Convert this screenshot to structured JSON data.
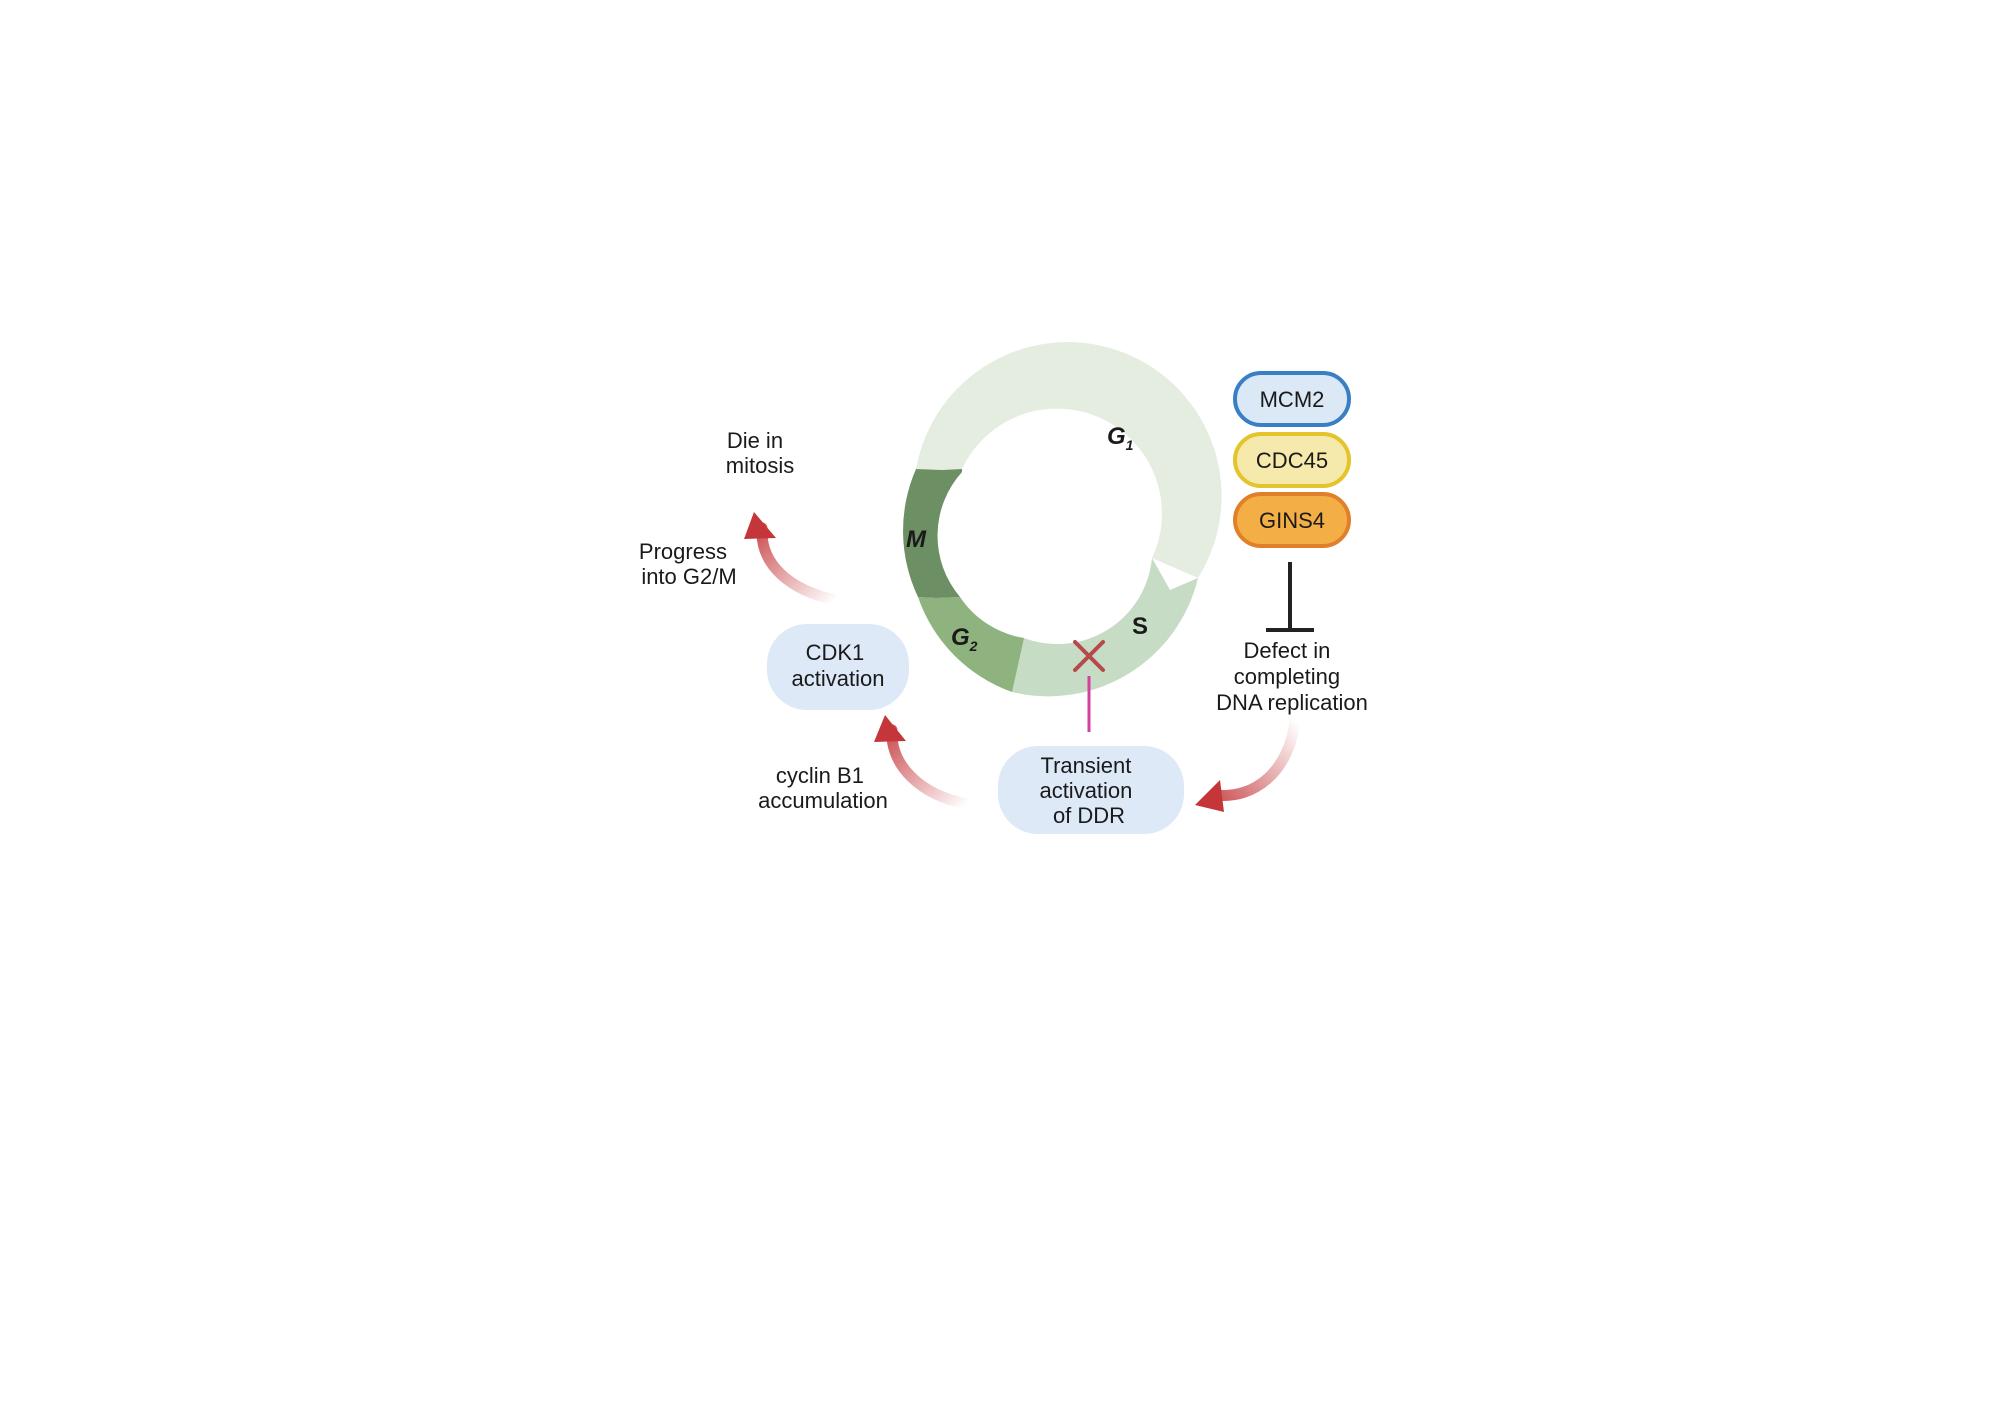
{
  "cell_cycle": {
    "g1": "G",
    "g1_sub": "1",
    "s": "S",
    "g2": "G",
    "g2_sub": "2",
    "m": "M"
  },
  "proteins": [
    "MCM2",
    "CDC45",
    "GINS4"
  ],
  "labels": {
    "defect": [
      "Defect in",
      "completing",
      "DNA replication"
    ],
    "ddr": [
      "Transient",
      "activation",
      "of DDR"
    ],
    "cdk1": [
      "CDK1",
      "activation"
    ],
    "cyclin": [
      "cyclin B1",
      "accumulation"
    ],
    "progress": [
      "Progress",
      "into G2/M"
    ],
    "die": [
      "Die in",
      "mitosis"
    ]
  },
  "colors": {
    "g1": "#e4ede0",
    "s": "#c6dcc4",
    "g2": "#8fb37f",
    "m": "#6c8f63",
    "box_fill": "#dde9f7",
    "mcm2_fill": "#dbe8f6",
    "mcm2_stroke": "#3a7fc4",
    "cdc45_fill": "#f5e9ab",
    "cdc45_stroke": "#e3c42a",
    "gins4_fill": "#f3ae45",
    "gins4_stroke": "#e0802a",
    "arrow": "#c4363a",
    "x_mark": "#b8484b",
    "connector": "#d43fa1",
    "inhibit": "#222222"
  }
}
